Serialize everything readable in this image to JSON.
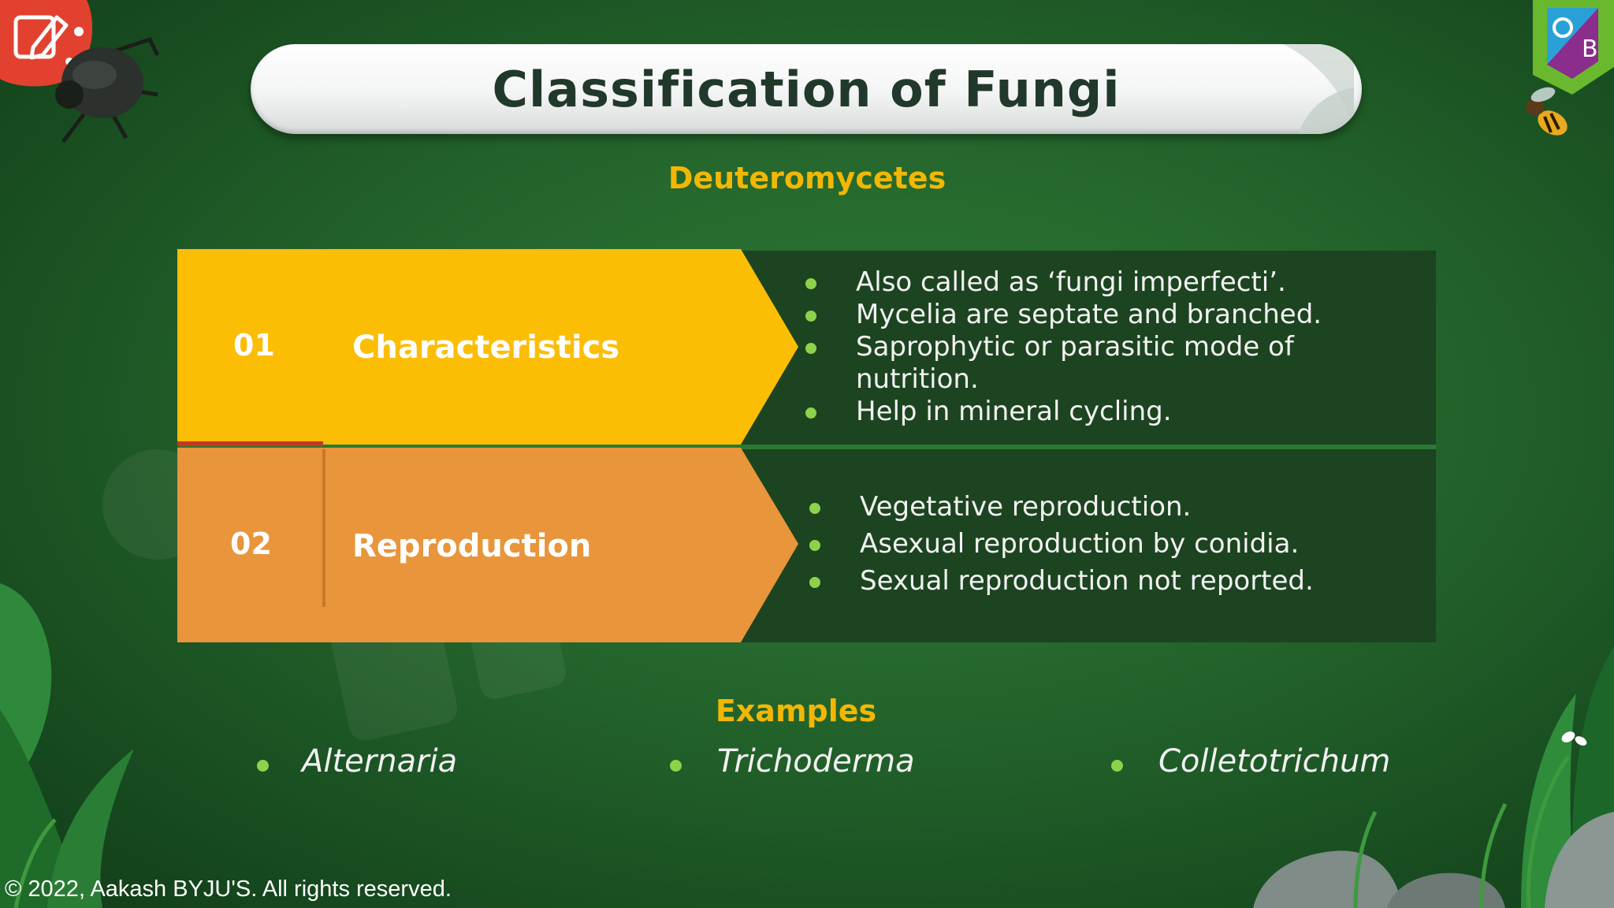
{
  "header": {
    "title": "Classification of Fungi",
    "subtitle": "Deuteromycetes"
  },
  "rows": [
    {
      "number": "01",
      "label": "Characteristics",
      "color": "#fcbd05",
      "points": [
        "Also called as ‘fungi imperfecti’.",
        "Mycelia are septate and branched.",
        "Saprophytic or parasitic mode of nutrition.",
        "Help in mineral cycling."
      ]
    },
    {
      "number": "02",
      "label": "Reproduction",
      "color": "#e8953b",
      "points": [
        "Vegetative reproduction.",
        "Asexual reproduction by conidia.",
        "Sexual reproduction not reported."
      ]
    }
  ],
  "examples": {
    "title": "Examples",
    "items": [
      "Alternaria",
      "Trichoderma",
      "Colletotrichum"
    ]
  },
  "footer": {
    "copyright": "© 2022, Aakash BYJU'S. All rights reserved."
  },
  "icons": {
    "edit": "edit-pencil-icon",
    "logo": "byjus-logo-icon",
    "beetle": "beetle-icon",
    "bee": "bee-icon"
  },
  "colors": {
    "accent_yellow": "#f2b705",
    "bullet_green": "#8ed14a",
    "panel_dark": "#1c4420"
  }
}
